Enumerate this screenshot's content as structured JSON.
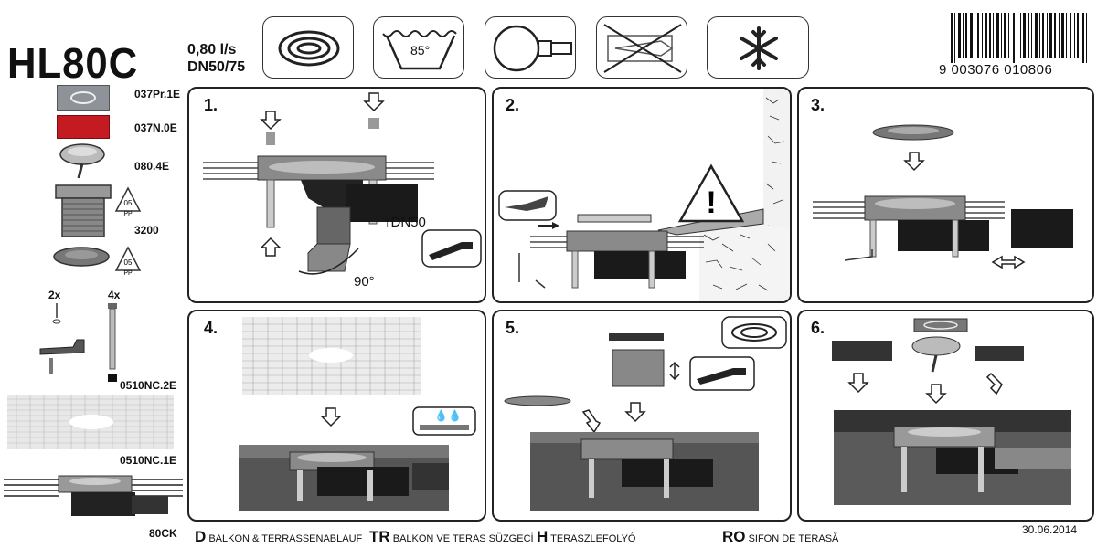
{
  "header": {
    "model": "HL80C",
    "flow_rate": "0,80 l/s",
    "pipe_size": "DN50/75",
    "icons": [
      "odor-seal-icon",
      "temperature-85-icon",
      "pipe-connection-icon",
      "no-solvent-icon",
      "frost-resistant-icon"
    ],
    "temp_label": "85°",
    "barcode_number": "9 003076 010806"
  },
  "parts": {
    "p1": "037Pr.1E",
    "p2": "037N.0E",
    "p3": "080.4E",
    "p4": "3200",
    "qty_a": "2x",
    "qty_b": "4x",
    "p5": "0510NC.2E",
    "p6": "0510NC.1E",
    "p7": "80CK",
    "recycle_pp": "PP",
    "recycle_num": "05"
  },
  "steps": {
    "s1": "1.",
    "s2": "2.",
    "s3": "3.",
    "s4": "4.",
    "s5": "5.",
    "s6": "6.",
    "dn_label": "↑DN50",
    "angle_label": "90°"
  },
  "footer": {
    "d_code": "D",
    "d_text": "BALKON & TERRASSENABLAUF",
    "tr_code": "TR",
    "tr_text": "BALKON VE TERAS SÜZGECİ",
    "h_code": "H",
    "h_text": "TERASZLEFOLYÓ",
    "ro_code": "RO",
    "ro_text": "SIFON DE TERASĂ",
    "date": "30.06.2014"
  }
}
